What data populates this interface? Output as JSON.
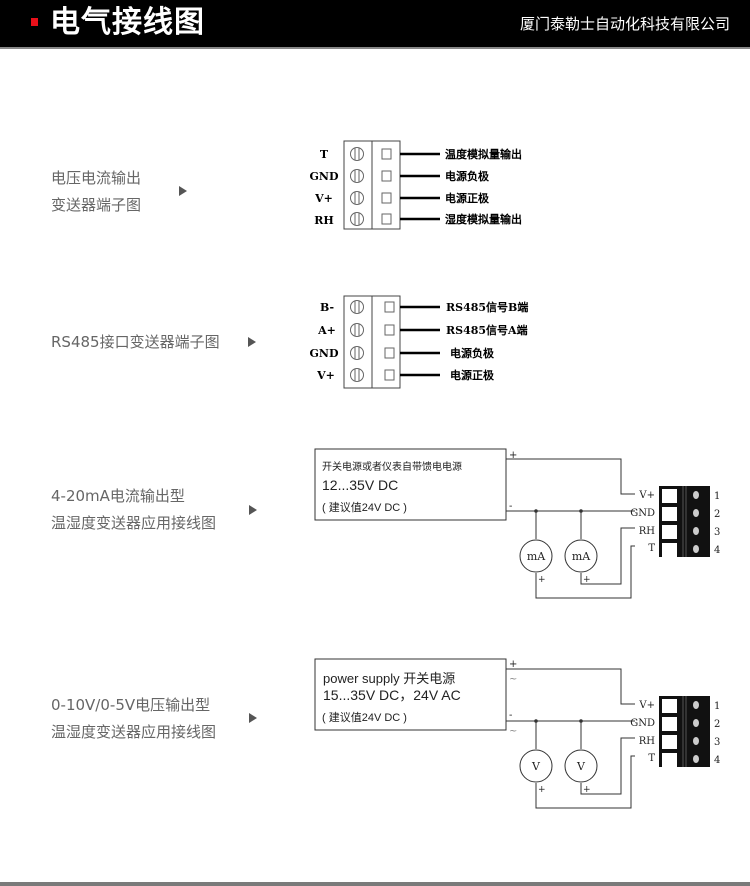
{
  "header": {
    "title": "电气接线图",
    "company": "厦门泰勒士自动化科技有限公司",
    "accent_color": "#e8101a"
  },
  "sections": [
    {
      "caption_lines": [
        "电压电流输出",
        "变送器端子图"
      ],
      "terminals": [
        {
          "pin": "T",
          "label": "温度模拟量输出"
        },
        {
          "pin": "GND",
          "label": "电源负极"
        },
        {
          "pin": "V+",
          "label": "电源正极"
        },
        {
          "pin": "RH",
          "label": "湿度模拟量输出"
        }
      ]
    },
    {
      "caption_lines": [
        "RS485接口变送器端子图"
      ],
      "terminals": [
        {
          "pin": "B-",
          "label": "RS485信号B端"
        },
        {
          "pin": "A+",
          "label": "RS485信号A端"
        },
        {
          "pin": "GND",
          "label": "电源负极"
        },
        {
          "pin": "V+",
          "label": "电源正极"
        }
      ]
    },
    {
      "caption_lines": [
        "4-20mA电流输出型",
        "温湿度变送器应用接线图"
      ],
      "supply_lines": [
        "开关电源或者仪表自带馈电电源",
        "12...35V DC",
        "( 建议值24V DC )"
      ],
      "plus": "+",
      "minus": "-",
      "meter": "mA",
      "meter_plus": "+",
      "pins": [
        "V+",
        "GND",
        "RH",
        "T"
      ],
      "numbers": [
        "1",
        "2",
        "3",
        "4"
      ]
    },
    {
      "caption_lines": [
        "0-10V/0-5V电压输出型",
        "温湿度变送器应用接线图"
      ],
      "supply_lines": [
        "power supply  开关电源",
        "15...35V DC，24V  AC",
        "( 建议值24V DC )"
      ],
      "plus": "+",
      "minus": "-",
      "ac": "~",
      "meter": "V",
      "meter_plus": "+",
      "pins": [
        "V+",
        "GND",
        "RH",
        "T"
      ],
      "numbers": [
        "1",
        "2",
        "3",
        "4"
      ]
    }
  ]
}
